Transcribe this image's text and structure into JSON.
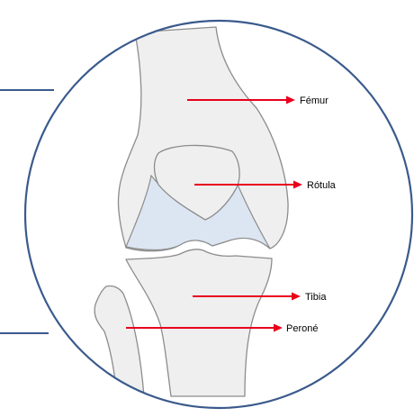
{
  "labels": {
    "femur": "Fémur",
    "rotula": "Rótula",
    "tibia": "Tibia",
    "perone": "Peroné"
  },
  "colors": {
    "circle_stroke": "#3a5a8c",
    "arrow": "#e8001c",
    "bone_fill": "#efefef",
    "bone_stroke": "#8c8c8c",
    "cartilage_fill": "#dce6f2"
  }
}
